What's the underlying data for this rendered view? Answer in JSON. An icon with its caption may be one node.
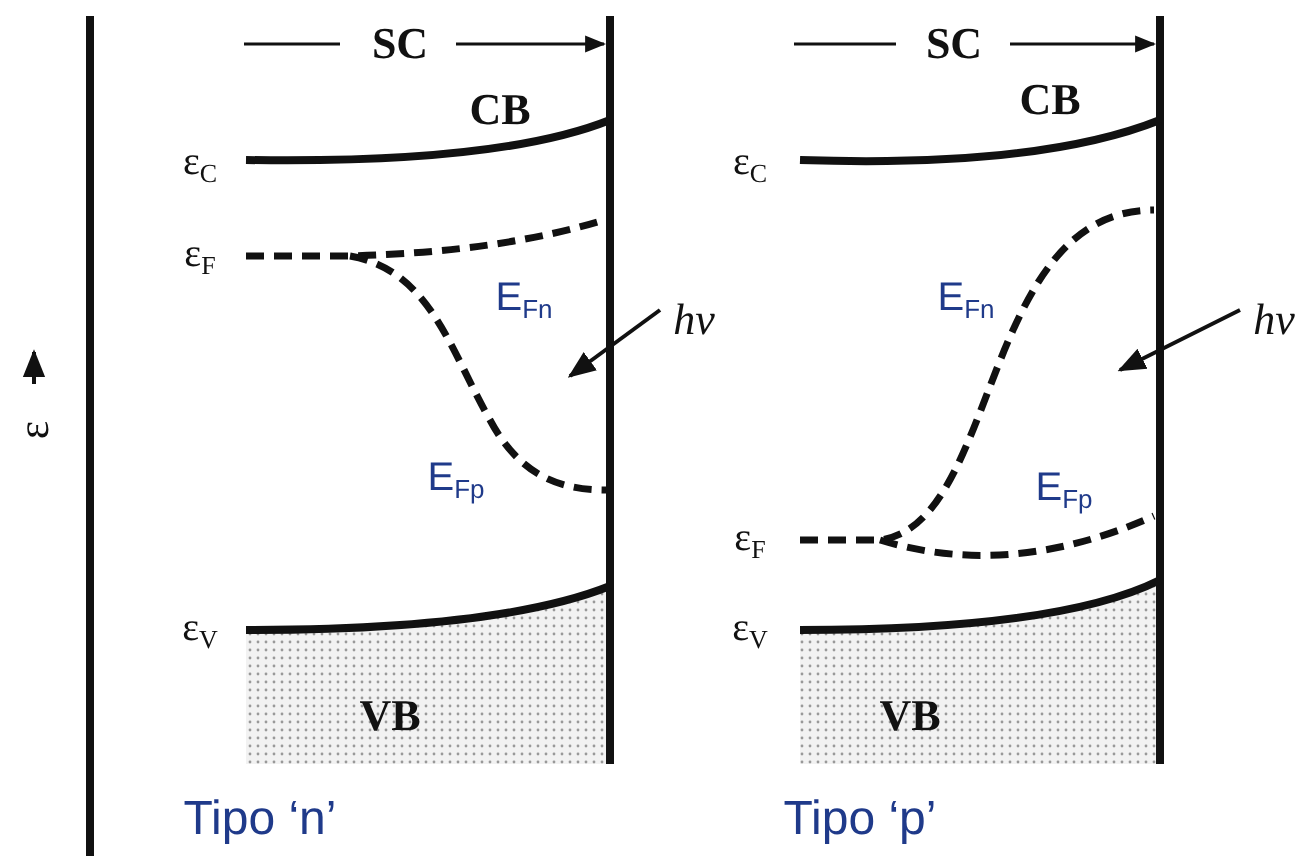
{
  "diagram": {
    "labels": [
      "ε",
      "SC",
      "CB",
      "ε$_{C}$",
      "ε$_{F}$",
      "E$_{Fn}$",
      "hν",
      "E$_{Fp}$",
      "ε$_{V}$",
      "VB",
      "Tipo ‘n’",
      "SC",
      "CB",
      "ε$_{C}$",
      "E$_{Fn}$",
      "hν",
      "E$_{Fp}$",
      "ε$_{F}$",
      "ε$_{V}$",
      "VB",
      "Tipo ‘p’"
    ]
  }
}
